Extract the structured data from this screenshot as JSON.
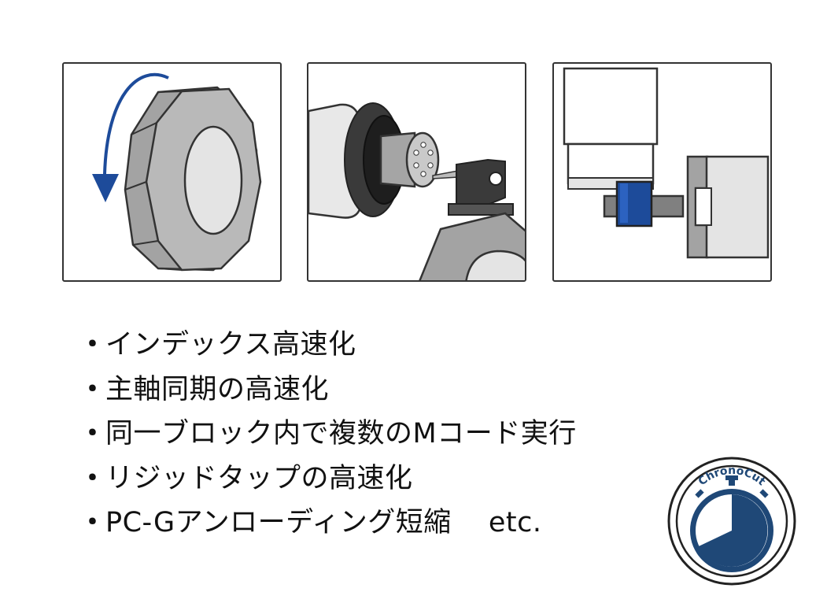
{
  "features": [
    "インデックス高速化",
    "主軸同期の高速化",
    "同一ブロック内で複数のMコード実行",
    "リジッドタップの高速化",
    "PC-Gアンローディング短縮　 etc."
  ],
  "bullet": "・",
  "logo": {
    "text": "ChronoCut"
  },
  "colors": {
    "accent_blue": "#1d4b9a",
    "logo_navy": "#1f4877",
    "machine_gray": "#a9a9a9",
    "outline": "#333333"
  }
}
